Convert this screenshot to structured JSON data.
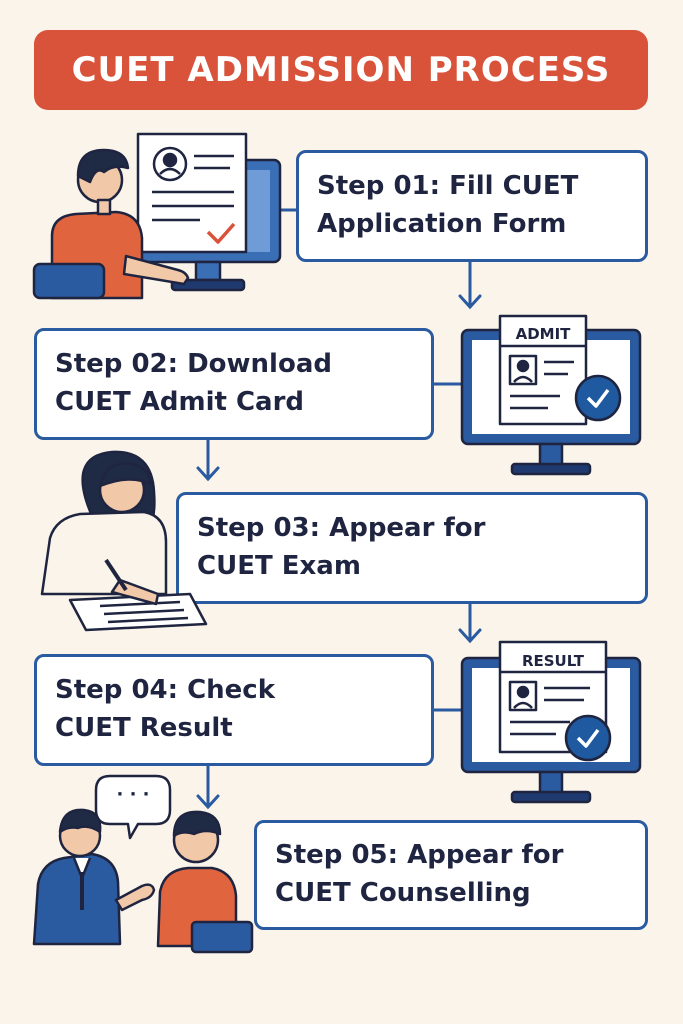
{
  "title": "CUET ADMISSION PROCESS",
  "steps": [
    {
      "label": "Step 01: Fill CUET\nApplication Form"
    },
    {
      "label": "Step 02: Download\nCUET Admit Card"
    },
    {
      "label": "Step 03: Appear for\nCUET Exam"
    },
    {
      "label": "Step 04: Check\nCUET Result"
    },
    {
      "label": "Step 05: Appear for\nCUET Counselling"
    }
  ],
  "illustrations": {
    "admit_label": "ADMIT",
    "result_label": "RESULT",
    "speech_bubble": "· · ·"
  },
  "colors": {
    "banner": "#d9533a",
    "border": "#2a5aa0",
    "navy": "#1f3a6e",
    "orange": "#e0653f",
    "background": "#faf4ea",
    "check": "#1f5aa0",
    "tick_red": "#d9533a"
  }
}
